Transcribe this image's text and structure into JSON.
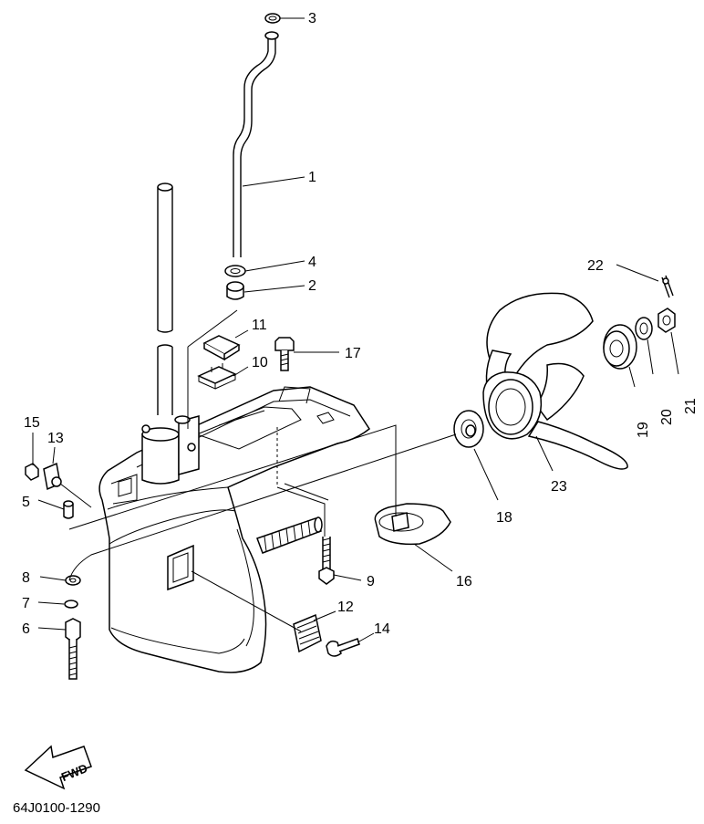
{
  "diagram_code": "64J0100-1290",
  "fwd_label": "FWD",
  "callouts": [
    "1",
    "2",
    "3",
    "4",
    "5",
    "6",
    "7",
    "8",
    "9",
    "10",
    "11",
    "12",
    "13",
    "14",
    "15",
    "16",
    "17",
    "18",
    "19",
    "20",
    "21",
    "22",
    "23"
  ]
}
